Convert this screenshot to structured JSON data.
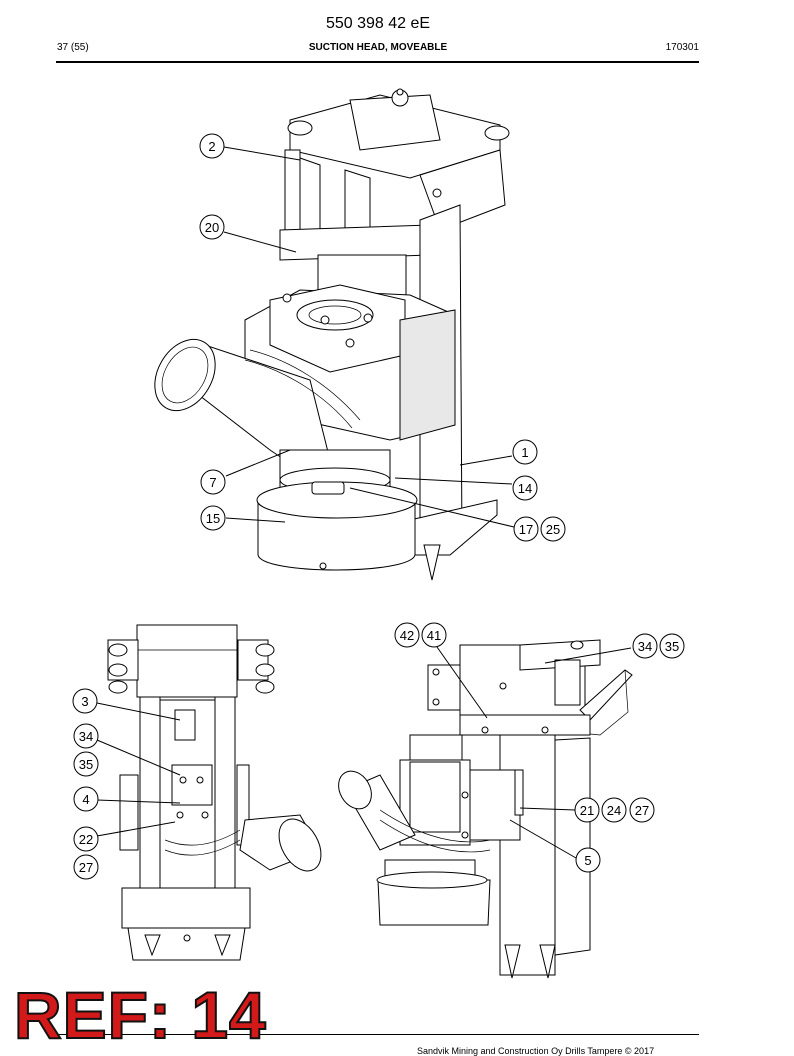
{
  "header": {
    "doc_number": "550 398 42 eE",
    "page_ref": "37 (55)",
    "title": "SUCTION HEAD, MOVEABLE",
    "date_code": "170301"
  },
  "callouts_top_view": [
    "2",
    "20",
    "1",
    "7",
    "14",
    "15",
    "17",
    "25"
  ],
  "callouts_front_view": [
    "3",
    "34",
    "35",
    "4",
    "22",
    "27"
  ],
  "callouts_side_view": [
    "42",
    "41",
    "34",
    "35",
    "21",
    "24",
    "27",
    "5"
  ],
  "footer": {
    "copyright": "Sandvik Mining and Construction Oy Drills Tampere © 2017"
  },
  "overlay": {
    "ref_label": "REF: 14",
    "ref_color": "#d21a1a"
  }
}
